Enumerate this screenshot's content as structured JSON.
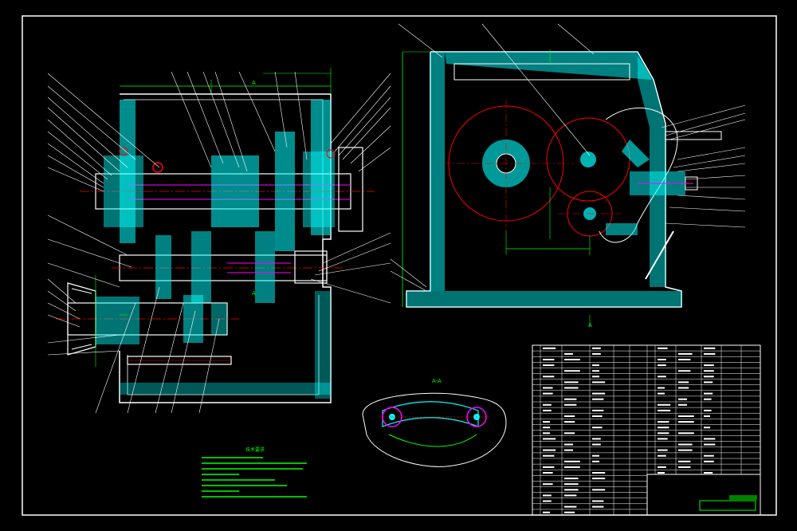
{
  "palette": {
    "background": "#000000",
    "outline": "#ffffff",
    "hatch": "#00ffff",
    "dimension": "#00ff00",
    "center": "#ff0000",
    "accent": "#ff00ff",
    "leader": "#ffffff",
    "note_text": "#00ff00"
  },
  "drawing": {
    "shaft_section_labels": [
      "A",
      "A"
    ],
    "sectional_label": "A-A",
    "notes_title": "技术要求"
  }
}
